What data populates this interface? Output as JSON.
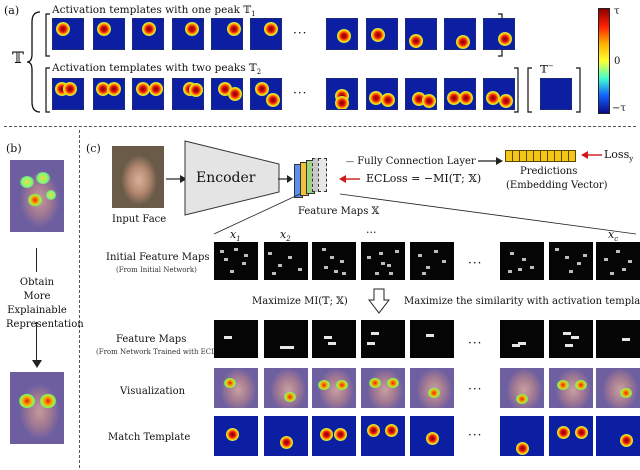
{
  "panel_a": {
    "tag": "(a)",
    "set_symbol": "𝕋",
    "one_peak_label": "Activation templates with one peak 𝕋",
    "one_peak_sub": "1",
    "two_peak_label": "Activation templates with two peaks 𝕋",
    "two_peak_sub": "2",
    "neg_label": "𝕋",
    "neg_sup": "−",
    "ellipsis": "···",
    "colorbar": {
      "top": "τ",
      "mid": "0",
      "bottom": "−τ",
      "colors": [
        "#8b0000",
        "#ff2000",
        "#ffb000",
        "#ffff30",
        "#40ffd0",
        "#1060ff",
        "#0a0a8a"
      ]
    }
  },
  "panel_b": {
    "tag": "(b)",
    "text_lines": [
      "Obtain More",
      "Explainable",
      "Representation"
    ]
  },
  "panel_c": {
    "tag": "(c)",
    "input_face": "Input Face",
    "encoder": "Encoder",
    "feature_maps": "Feature Maps 𝕏",
    "fc_layer": "Fully Connection Layer",
    "ecloss": "ECLoss = −MI(𝕋; 𝕏)",
    "predictions": "Predictions",
    "embedding": "(Embedding Vector)",
    "loss": "Loss",
    "loss_sub": "y",
    "x_labels": [
      "x",
      "x",
      "···",
      "x"
    ],
    "x_subs": [
      "1",
      "2",
      "",
      "c"
    ],
    "row1_title": "Initial Feature Maps",
    "row1_sub": "(From Initial Network)",
    "maximize_mi": "Maximize MI(𝕋; 𝕏)",
    "maximize_sim": "Maximize the similarity with activation templates",
    "row2_title": "Feature Maps",
    "row2_sub": "(From Network Trained with ECLoss)",
    "row3_title": "Visualization",
    "row4_title": "Match Template",
    "ellipsis": "···"
  }
}
